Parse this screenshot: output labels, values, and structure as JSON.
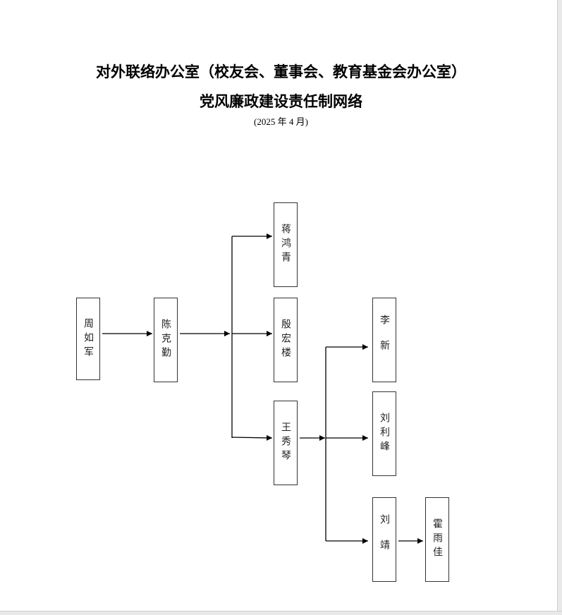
{
  "header": {
    "title_line1": "对外联络办公室（校友会、董事会、教育基金会办公室）",
    "title_line2": "党风廉政建设责任制网络",
    "date": "(2025 年 4 月)"
  },
  "nodes": {
    "zhou": "周如军",
    "chen": "陈克勤",
    "jiang": "蒋鸿青",
    "yin": "殷宏楼",
    "wang": "王秀琴",
    "li": "李新",
    "liulifeng": "刘利峰",
    "liujing": "刘靖",
    "huo": "霍雨佳"
  },
  "edges": [
    [
      "周如军",
      "陈克勤"
    ],
    [
      "陈克勤",
      "蒋鸿青"
    ],
    [
      "陈克勤",
      "殷宏楼"
    ],
    [
      "陈克勤",
      "王秀琴"
    ],
    [
      "王秀琴",
      "李新"
    ],
    [
      "王秀琴",
      "刘利峰"
    ],
    [
      "王秀琴",
      "刘靖"
    ],
    [
      "刘靖",
      "霍雨佳"
    ]
  ]
}
